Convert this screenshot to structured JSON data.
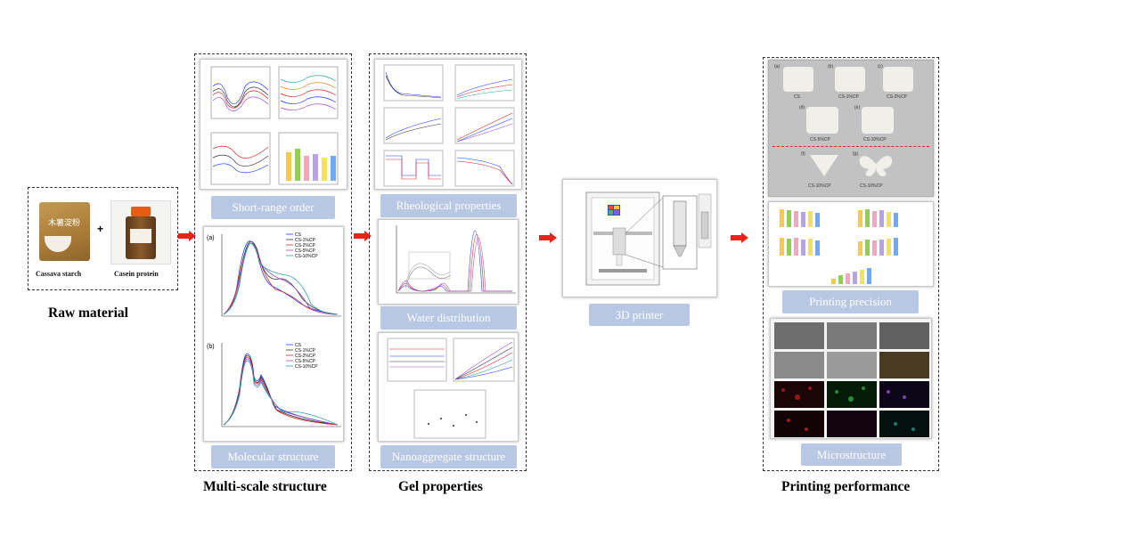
{
  "raw_material": {
    "title": "Raw material",
    "items": [
      {
        "label": "Cassava starch",
        "package_text": "木薯淀粉"
      },
      {
        "label": "Casein protein"
      }
    ],
    "plus": "+"
  },
  "multiscale": {
    "title": "Multi-scale structure",
    "label_short_range": "Short-range order",
    "label_molecular": "Molecular structure",
    "legend_a": [
      "CS",
      "CS-1%CP",
      "CS-2%CP",
      "CS-5%CP",
      "CS-10%CP"
    ],
    "legend_b": [
      "CS",
      "CS-1%CP",
      "CS-2%CP",
      "CS-5%CP",
      "CS-10%CP"
    ],
    "panel_a": "(a)",
    "panel_b": "(b)"
  },
  "gel": {
    "title": "Gel properties",
    "label_rheology": "Rheological properties",
    "label_water": "Water distribution",
    "label_nano": "Nanoaggregate structure"
  },
  "printer": {
    "label": "3D printer"
  },
  "printing": {
    "title": "Printing performance",
    "label_precision": "Printing precision",
    "label_micro": "Microstructure",
    "samples": [
      "CS",
      "CS-1%CP",
      "CS-2%CP",
      "CS-5%CP",
      "CS-10%CP",
      "CS-10%CP",
      "CS-10%CP"
    ],
    "panels": [
      "(a)",
      "(b)",
      "(c)",
      "(d)",
      "(e)",
      "(f)",
      "(g)"
    ]
  },
  "colors": {
    "arrow": "#e8231c",
    "label_bg": "#b7c7e4",
    "series": [
      "#1f3cff",
      "#333333",
      "#d9262a",
      "#9b4fd0",
      "#26a69a"
    ]
  }
}
